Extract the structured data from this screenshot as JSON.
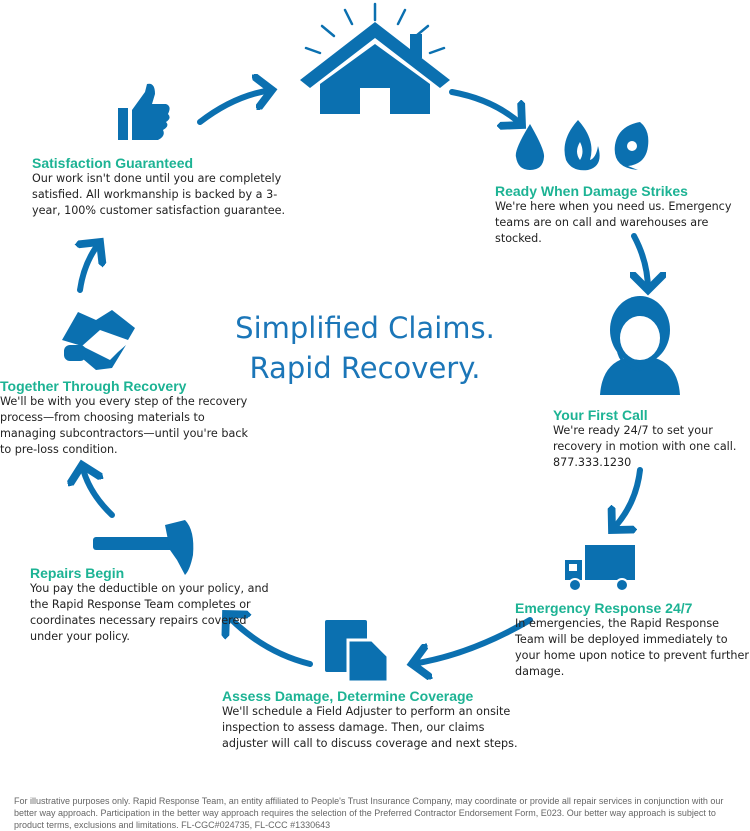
{
  "colors": {
    "accent_blue": "#0b70b0",
    "heading_teal": "#1db394"
  },
  "center_title": {
    "line1": "Simplified Claims.",
    "line2": "Rapid Recovery."
  },
  "steps": [
    {
      "title": "Ready When Damage Strikes",
      "body": "We're here when you need us. Emergency teams are on call and warehouses are stocked.",
      "icon": "water-fire-hurricane-icons"
    },
    {
      "title": "Your First Call",
      "body": "We're ready 24/7 to set your recovery in motion with one call.",
      "phone": "877.333.1230",
      "icon": "call-agent-headset-icon"
    },
    {
      "title": "Emergency Response 24/7",
      "body": "In emergencies, the Rapid Response Team will be deployed immediately to your home upon notice to prevent further damage.",
      "icon": "truck-icon"
    },
    {
      "title": "Assess Damage, Determine Coverage",
      "body": "We'll schedule a Field Adjuster to perform an onsite inspection to assess damage. Then, our claims adjuster will call to discuss coverage and next steps.",
      "icon": "documents-icon"
    },
    {
      "title": "Repairs Begin",
      "body": "You pay the deductible on your policy, and the Rapid Response Team completes or coordinates necessary repairs covered under your policy.",
      "icon": "hammer-icon"
    },
    {
      "title": "Together Through Recovery",
      "body": "We'll be with you every step of the recovery process—from choosing materials to managing subcontractors—until you're back to pre-loss condition.",
      "icon": "handshake-icon"
    },
    {
      "title": "Satisfaction Guaranteed",
      "body": "Our work isn't done until you are completely satisfied. All workmanship is backed by a 3-year, 100% customer satisfaction guarantee.",
      "icon": "thumbs-up-icon"
    }
  ],
  "top_icon": "house-icon",
  "footer": "For illustrative purposes only. Rapid Response Team, an entity affiliated to People's Trust Insurance Company, may coordinate or provide all repair services in conjunction with our better way approach.  Participation in the better way approach requires the selection of the Preferred Contractor Endorsement Form, E023. Our better way approach is subject to product terms, exclusions and limitations. FL-CGC#024735, FL-CCC #1330643"
}
